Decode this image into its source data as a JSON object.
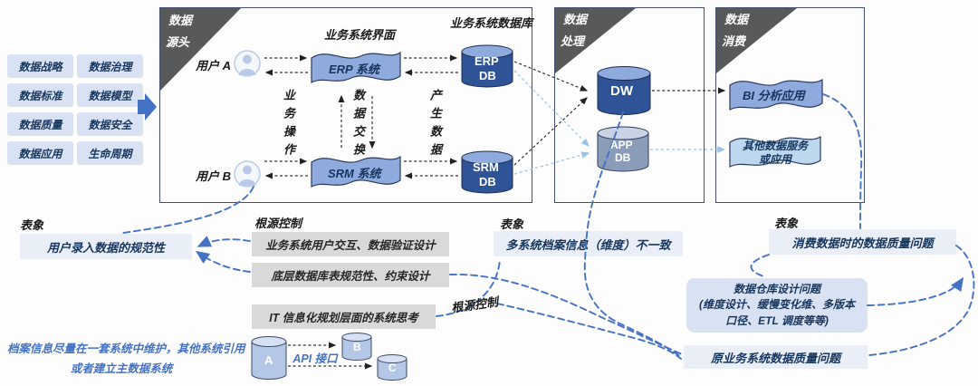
{
  "colors": {
    "accent_blue": "#4472c4",
    "dark_cylinder": "#2e5497",
    "cylinder_top": "#8faadc",
    "app_cylinder": "#8b9cb8",
    "flag_blue": "#8faadc",
    "flag_light": "#bdd7ee",
    "panel_blue": "#d9e2f3",
    "gray_box": "#d9d9d9",
    "corner_gray": "#58595b",
    "surface_box": "#e9eef7"
  },
  "left_panel": {
    "items": [
      "数据战略",
      "数据治理",
      "数据标准",
      "数据模型",
      "数据质量",
      "数据安全",
      "数据应用",
      "生命周期"
    ]
  },
  "source_section": {
    "corner_line1": "数据",
    "corner_line2": "源头",
    "ui_title": "业务系统界面",
    "db_title": "业务系统数据库",
    "user_a": "用户 A",
    "user_b": "用户 B",
    "erp_label": "ERP 系统",
    "srm_label": "SRM 系统",
    "col_left": "业务操作",
    "col_mid": "数据交换",
    "col_right": "产生数据",
    "erp_db_line1": "ERP",
    "erp_db_line2": "DB",
    "srm_db_line1": "SRM",
    "srm_db_line2": "DB"
  },
  "process_section": {
    "corner_line1": "数据",
    "corner_line2": "处理",
    "dw_label": "DW",
    "app_db_line1": "APP",
    "app_db_line2": "DB"
  },
  "consume_section": {
    "corner_line1": "数据",
    "corner_line2": "消费",
    "bi_label": "BI 分析应用",
    "other_line1": "其他数据服务",
    "other_line2": "或应用"
  },
  "bottom": {
    "surface_label_1": "表象",
    "surface_box_1": "用户录入数据的规范性",
    "root_label_1": "根源控制",
    "root_box_1": "业务系统用户交互、数据验证设计",
    "root_box_2": "底层数据库表规范性、约束设计",
    "root_box_3": "IT 信息化规划层面的系统思考",
    "root_label_2": "根源控制",
    "surface_label_2": "表象",
    "surface_box_2": "多系统档案信息（维度）不一致",
    "surface_label_3": "表象",
    "surface_box_3": "消费数据时的数据质量问题",
    "warehouse_line1": "数据仓库设计问题",
    "warehouse_line2": "(维度设计、缓慢变化维、多版本",
    "warehouse_line3": "口径、ETL 调度等等)",
    "origin_box": "原业务系统数据质量问题",
    "note_line1": "档案信息尽量在一套系统中维护，其他系统引用",
    "note_line2": "或者建立主数据系统",
    "api_label": "API 接口",
    "cyl_a": "A",
    "cyl_b": "B",
    "cyl_c": "C"
  }
}
